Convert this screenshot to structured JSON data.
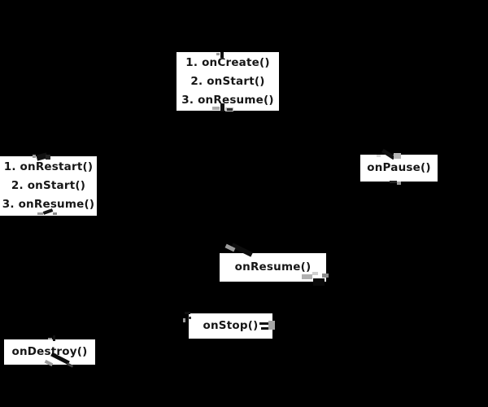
{
  "page": {
    "background_color": "#000000",
    "node_background_color": "#ffffff",
    "text_color": "#161616"
  },
  "diagram": {
    "nodes": [
      {
        "id": "launch-callbacks",
        "lines": [
          "1. onCreate()",
          "2. onStart()",
          "3. onResume()"
        ]
      },
      {
        "id": "restart-callbacks",
        "lines": [
          "1. onRestart()",
          "2. onStart()",
          "3. onResume()"
        ]
      },
      {
        "id": "pause-callback",
        "lines": [
          "onPause()"
        ]
      },
      {
        "id": "resume-callback",
        "lines": [
          "onResume()"
        ]
      },
      {
        "id": "stop-callback",
        "lines": [
          "onStop()"
        ]
      },
      {
        "id": "destroy-callback",
        "lines": [
          "onDestroy()"
        ]
      }
    ]
  }
}
